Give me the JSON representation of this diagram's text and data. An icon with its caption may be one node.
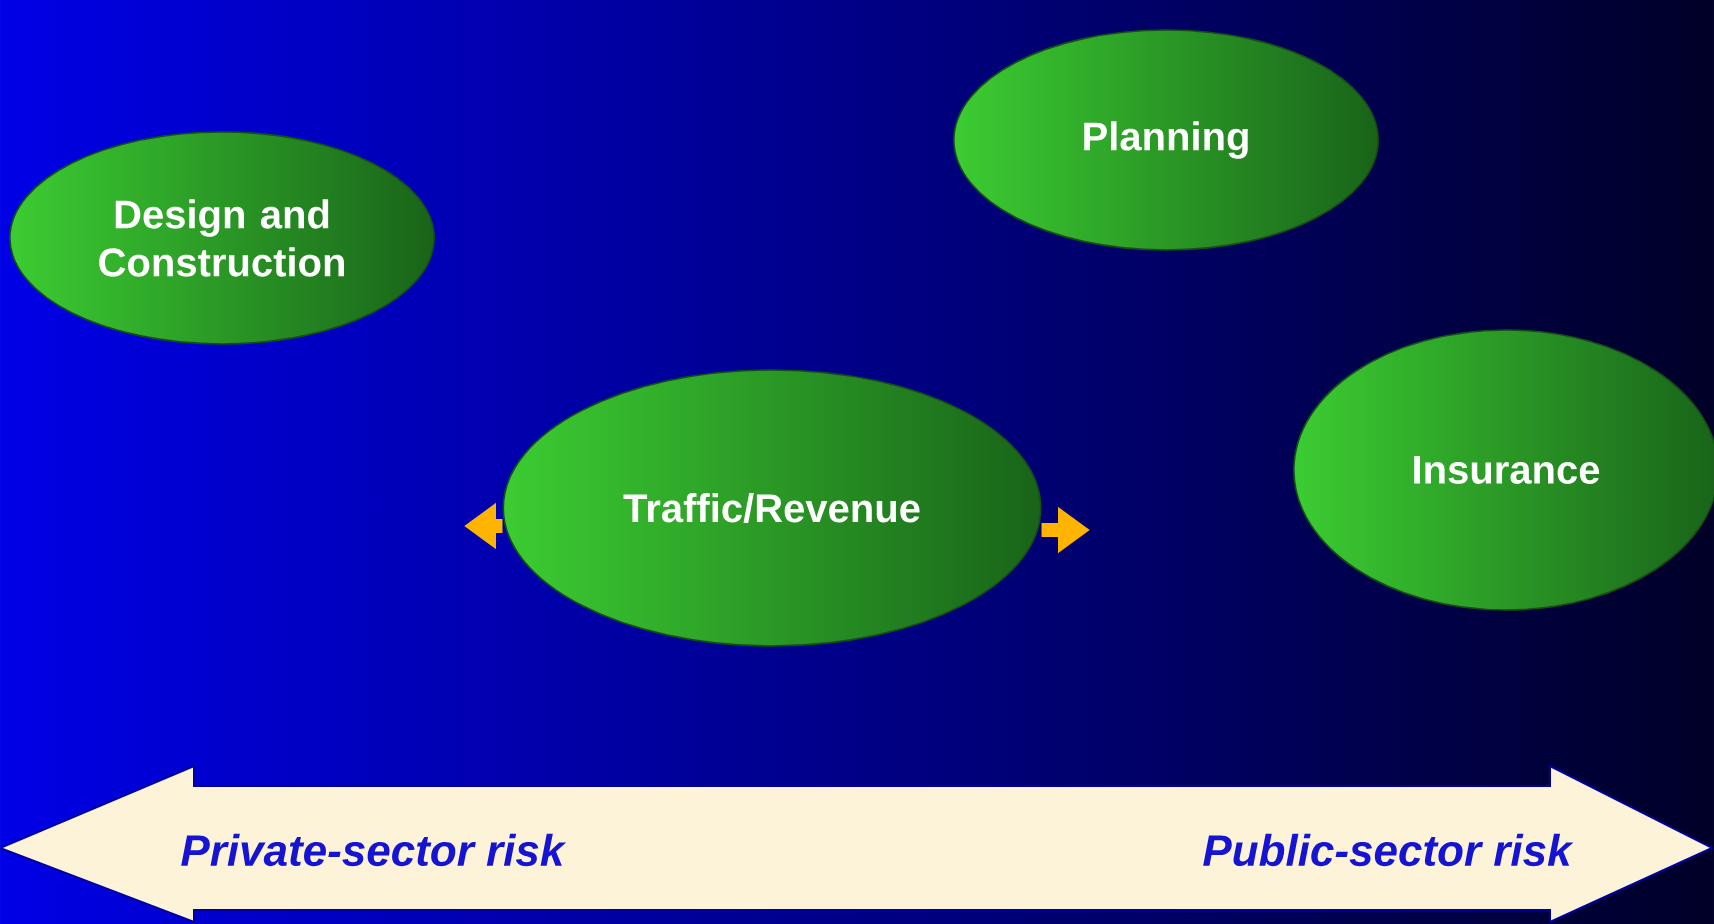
{
  "diagram": {
    "nodes": [
      {
        "text": [
          "Design and Construction"
        ]
      },
      {
        "text": [
          "Planning"
        ]
      },
      {
        "text": [
          "Insurance"
        ]
      },
      {
        "text": [
          "Traffic/Revenue"
        ]
      },
      {
        "text": [
          "Private-sector risk",
          "Public-sector risk"
        ]
      }
    ],
    "edges": [
      {
        "from": 3,
        "to": null,
        "arrow": "to"
      },
      {
        "from": 3,
        "to": null,
        "arrow": "to"
      }
    ]
  }
}
